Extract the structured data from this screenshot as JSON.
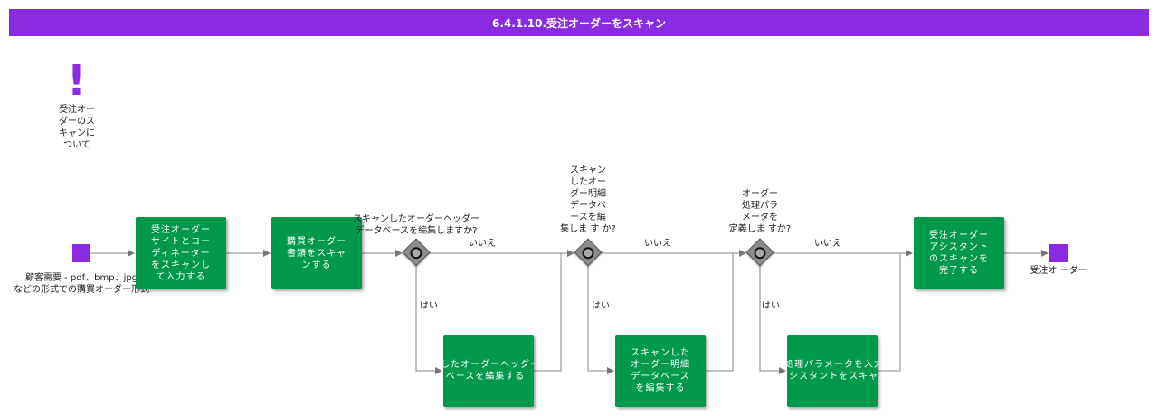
{
  "header": {
    "title": "6.4.1.10.受注オーダーをスキャン"
  },
  "note": {
    "icon": "exclamation-icon",
    "text": "受注オー\nダーのス\nキャンに\nついて"
  },
  "start_event": {
    "label": "顧客需要 - pdf、bmp、jpg\nなどの形式での購買オーダー形式"
  },
  "end_event": {
    "label": "受注オ ーダー"
  },
  "tasks": {
    "t1": "受注オーダー\nサイトとコー\nディネーター\nをスキャンし\nて入力する",
    "t2": "購買オーダー\n書類をスキャ\nンする",
    "t3": "スキャンしたオーダーヘッダー\nデータベースを編集する",
    "t4": "受注オーダー\nアシスタント\nのスキャンを\n完了する",
    "t5": "スキャンした\nオーダー明細\nデータベース\nを編集する",
    "t6": "オーダー処理パラメータを入力\nオーダーアシスタントをスキャン"
  },
  "gateways": {
    "g1": {
      "question": "スキャンしたオーダーヘッダー\nデータベースを編集しますか?",
      "no": "いいえ",
      "yes": "はい"
    },
    "g2": {
      "question": "スキャン\nしたオー\nダー明細\nデータベ\nースを編\n集しま す か?",
      "no": "いいえ",
      "yes": "はい"
    },
    "g3": {
      "question": "オーダー\n処理パラ\nメータを\n定義しま すか?",
      "no": "いいえ",
      "yes": "はい"
    }
  },
  "colors": {
    "accent": "#8a2be2",
    "task": "#00994c",
    "gateway": "#8c8c8c"
  }
}
